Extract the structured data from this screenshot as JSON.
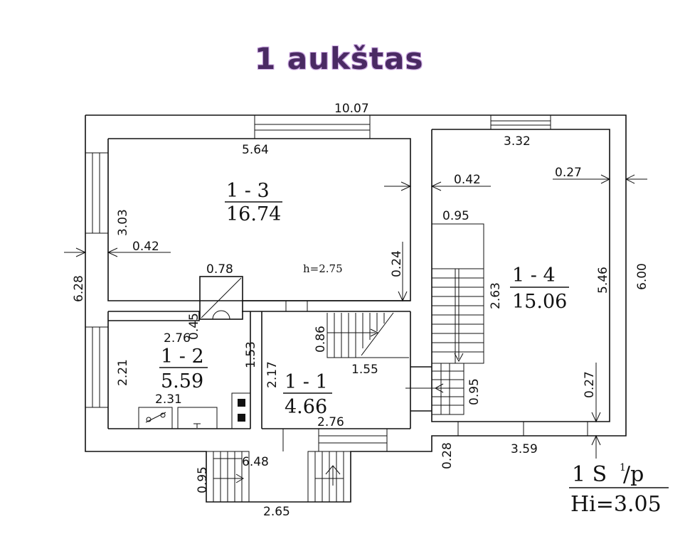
{
  "title": "1 aukštas",
  "height_note": "h=2.75",
  "rooms": [
    {
      "id": "1 - 3",
      "area": "16.74"
    },
    {
      "id": "1 - 4",
      "area": "15.06"
    },
    {
      "id": "1 - 2",
      "area": "5.59"
    },
    {
      "id": "1 - 1",
      "area": "4.66"
    }
  ],
  "dimensions": {
    "top_total": "10.07",
    "r13_width": "5.64",
    "r14_width": "3.32",
    "wall_inner": "0.42",
    "wall_outer_right": "0.27",
    "wall_left": "0.42",
    "r13_height": "3.03",
    "left_total": "6.28",
    "chimney": "0.78",
    "partition": "0.24",
    "right_total": "6.00",
    "r14_height": "5.46",
    "stair_width": "0.95",
    "stair_run": "2.63",
    "r12_width": "2.76",
    "r12_wall": "0.45",
    "r12_height": "2.21",
    "step_a": "1.53",
    "step_b": "2.17",
    "stair2_h": "0.86",
    "stair2_w": "1.55",
    "r11_width": "2.31",
    "r14_bottom": "3.59",
    "wall_bottom": "0.27",
    "entry_w": "2.76",
    "bottom_total": "6.48",
    "step_depth": "0.95",
    "porch_w": "2.65",
    "wall_bottom2": "0.28",
    "stair_step": "0.95"
  },
  "stamp": {
    "line1": "1  S",
    "sup": "1",
    "line1b": "/p",
    "line2": "Hi=3.05"
  }
}
